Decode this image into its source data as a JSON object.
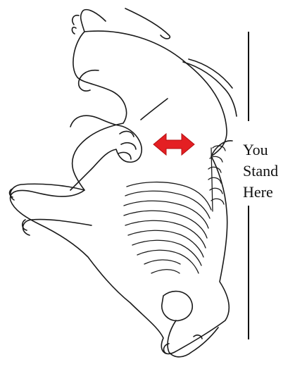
{
  "label": {
    "lines": [
      "You",
      "Stand",
      "Here"
    ]
  },
  "colors": {
    "ink": "#1a1a1a",
    "arrow": "#e41f23",
    "background": "#ffffff"
  },
  "icons": {
    "arrow": "double-headed-arrow",
    "hand": "palpating-hand"
  }
}
